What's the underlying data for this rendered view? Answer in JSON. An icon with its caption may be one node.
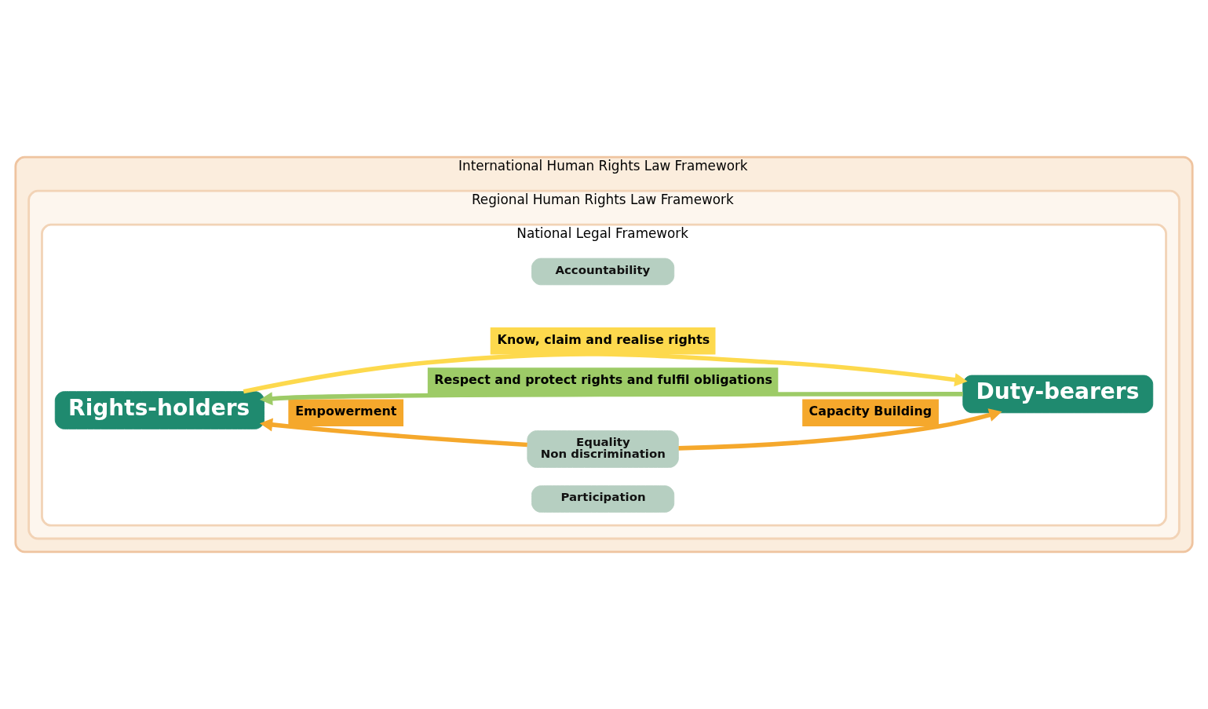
{
  "diagram": {
    "nodes": [
      {
        "text": [
          "International Human Rights Law Framework"
        ]
      },
      {
        "text": [
          "Regional Human Rights Law Framework"
        ],
        "in": 0
      },
      {
        "text": [
          "National Legal Framework"
        ],
        "in": 1
      },
      {
        "text": [
          "Rights-holders"
        ],
        "in": 2
      },
      {
        "text": [
          "Accountability"
        ],
        "in": 2
      },
      {
        "text": [
          "Equality",
          "Non discrimination"
        ],
        "in": 2
      },
      {
        "text": [
          "Participation"
        ],
        "in": 2
      },
      {
        "text": [
          "Duty-bearers"
        ],
        "in": 2
      }
    ],
    "edges": [
      {
        "from": 3,
        "to": 7,
        "arrow": "to",
        "label": "Know, claim and realise rights",
        "color": "#fdd94d"
      },
      {
        "from": 5,
        "to": 3,
        "arrow": "to",
        "label": "Empowerment",
        "color": "#f5a82c"
      },
      {
        "from": 5,
        "to": 7,
        "arrow": "to",
        "label": "Capacity Building",
        "color": "#f5a82c"
      },
      {
        "from": 7,
        "to": 3,
        "arrow": "to",
        "label": "Respect and protect rights and fulfil obligations",
        "color": "#9dcb67"
      }
    ]
  }
}
